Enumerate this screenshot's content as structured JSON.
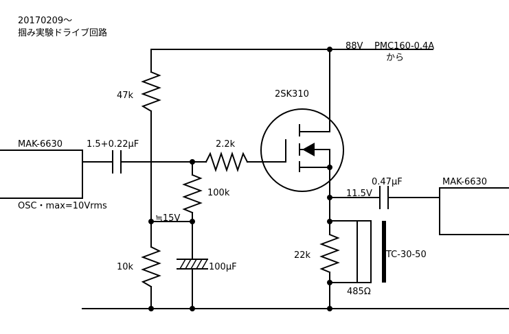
{
  "header": {
    "date": "20170209～",
    "title": "掴み実験ドライブ回路"
  },
  "supply": {
    "voltage": "88V",
    "source": "PMC160-0.4A",
    "from": "から"
  },
  "left_device": {
    "name": "MAK-6630",
    "note": "OSC・max=10Vrms"
  },
  "right_device": {
    "name": "MAK-6630"
  },
  "components": {
    "r_top": "47k",
    "c_in": "1.5+0.22μF",
    "r_gate": "2.2k",
    "r_100k": "100k",
    "fet": "2SK310",
    "bias_voltage": "≒15V",
    "r_bottom": "10k",
    "c_bypass": "100μF",
    "source_voltage": "11.5V",
    "c_out": "0.47μF",
    "r_source": "22k",
    "transformer": "TC-30-50",
    "primary_res": "485Ω"
  }
}
